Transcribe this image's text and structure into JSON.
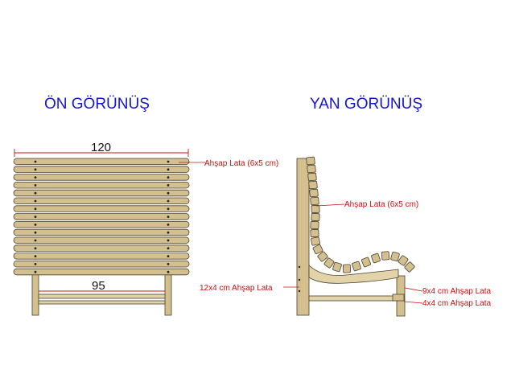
{
  "front": {
    "title": "ÖN GÖRÜNÜŞ",
    "width_dim": "120",
    "inner_dim": "95"
  },
  "side": {
    "title": "YAN GÖRÜNÜŞ"
  },
  "callouts": {
    "front_lath": "Ahşap Lata (6x5 cm)",
    "side_lath": "Ahşap Lata (6x5 cm)",
    "post": "12x4 cm Ahşap Lata",
    "rail_9x4": "9x4 cm Ahşap Lata",
    "rail_4x4": "4x4 cm Ahşap Lata"
  },
  "colors": {
    "title": "#1515d0",
    "callout": "#c81010",
    "wood": "#d4c08e"
  }
}
